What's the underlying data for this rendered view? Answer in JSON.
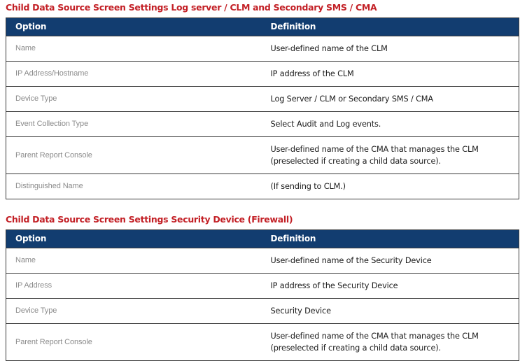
{
  "theme": {
    "title_color": "#c32026",
    "table_header_bg": "#123d70",
    "table_header_text": "#ffffff",
    "option_text_color": "#8c8c8c",
    "definition_text_color": "#1b1b1b",
    "border_color": "#3a3a3a",
    "page_bg": "#ffffff"
  },
  "sections": [
    {
      "title": "Child Data Source Screen Settings Log server / CLM and Secondary SMS / CMA",
      "columns": [
        "Option",
        "Definition"
      ],
      "rows": [
        {
          "option": "Name",
          "definition_lines": [
            "User-defined name of the CLM"
          ]
        },
        {
          "option": "IP Address/Hostname",
          "definition_lines": [
            "IP address of the CLM"
          ]
        },
        {
          "option": "Device Type",
          "definition_lines": [
            "Log Server / CLM or Secondary SMS / CMA"
          ]
        },
        {
          "option": "Event Collection Type",
          "definition_lines": [
            "Select Audit and Log events."
          ]
        },
        {
          "option": "Parent Report Console",
          "definition_lines": [
            "User-defined name of the CMA that manages the CLM",
            "(preselected if creating a child data source)."
          ]
        },
        {
          "option": "Distinguished Name",
          "definition_lines": [
            "(If sending to CLM.)"
          ]
        }
      ]
    },
    {
      "title": "Child Data Source Screen Settings Security Device (Firewall)",
      "columns": [
        "Option",
        "Definition"
      ],
      "rows": [
        {
          "option": "Name",
          "definition_lines": [
            "User-defined name of the Security Device"
          ]
        },
        {
          "option": "IP Address",
          "definition_lines": [
            "IP address of the Security Device"
          ]
        },
        {
          "option": "Device Type",
          "definition_lines": [
            "Security Device"
          ]
        },
        {
          "option": "Parent Report Console",
          "definition_lines": [
            "User-defined name of the CMA that manages the CLM",
            "(preselected if creating a child data source)."
          ]
        }
      ]
    }
  ]
}
